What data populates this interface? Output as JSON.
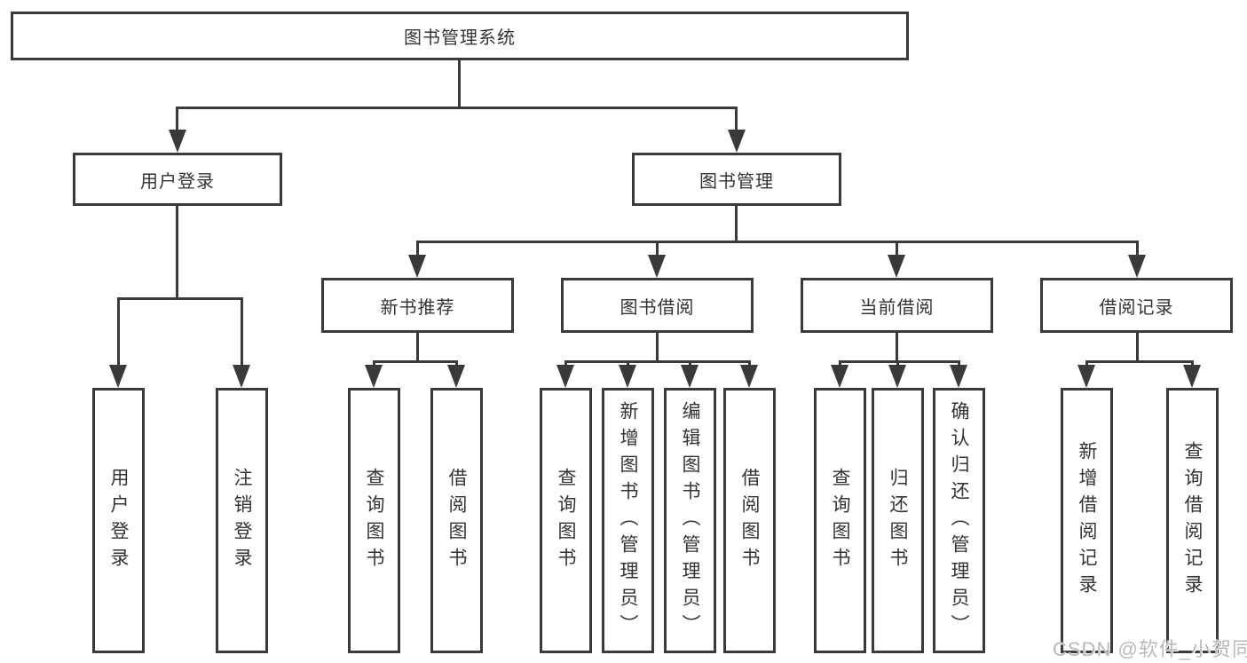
{
  "diagram": {
    "root": {
      "label": "图书管理系统"
    },
    "level2": [
      {
        "label": "用户登录"
      },
      {
        "label": "图书管理"
      }
    ],
    "level3": [
      {
        "label": "新书推荐"
      },
      {
        "label": "图书借阅"
      },
      {
        "label": "当前借阅"
      },
      {
        "label": "借阅记录"
      }
    ],
    "leaves": {
      "login": [
        "用户登录",
        "注销登录"
      ],
      "recommend": [
        "查询图书",
        "借阅图书"
      ],
      "borrow": [
        "查询图书",
        "新增图书（管理员）",
        "编辑图书（管理员）",
        "借阅图书"
      ],
      "current": [
        "查询图书",
        "归还图书",
        "确认归还（管理员）"
      ],
      "records": [
        "新增借阅记录",
        "查询借阅记录"
      ]
    }
  },
  "watermark": {
    "text": "CSDN @软件_小贺同学"
  },
  "colors": {
    "line": "#3a3a3a",
    "text": "#333333",
    "watermark": "#b9b9b9",
    "background": "#ffffff"
  }
}
